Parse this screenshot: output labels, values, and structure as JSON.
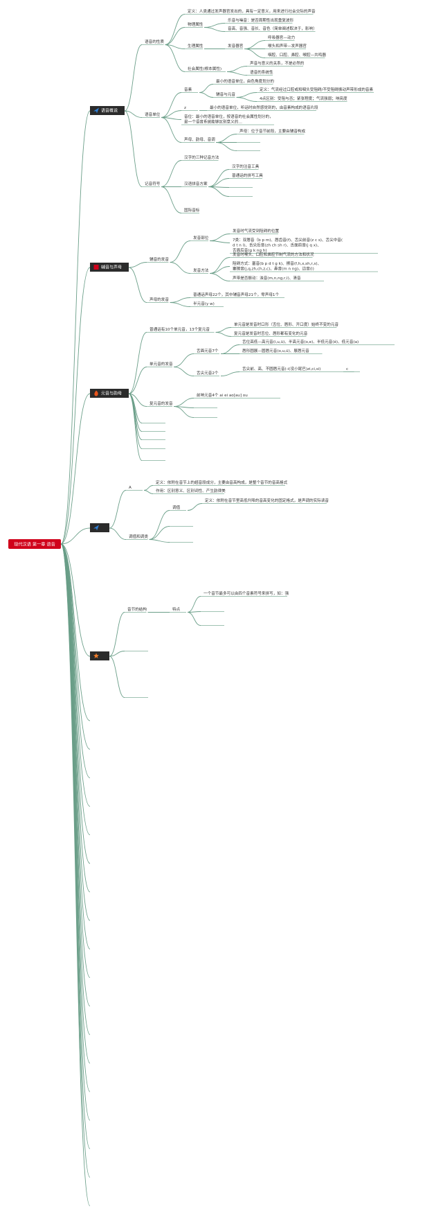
{
  "root": {
    "label": "现代汉语 第一章 语音",
    "color": "#d0021b"
  },
  "colors": {
    "edge": "#6a9e88",
    "section_box": "#2b2b2b",
    "section_text": "#ffffff"
  },
  "sections": [
    {
      "id": "s1",
      "icon": "paper-plane-icon",
      "icon_color": "#2f7fd6",
      "label": "语音概说",
      "children": [
        {
          "label": "语音的性质",
          "children": [
            {
              "label": "定义：人类通过发声器官发出的，具有一定意义，用来进行社会交际的声音"
            },
            {
              "label": "物理属性",
              "children": [
                {
                  "label": "乐音与噪音：是否周期性出现重复波形"
                },
                {
                  "label": "音高、音强、音长、音色（简单阐述取决于，影响）"
                }
              ]
            },
            {
              "label": "生理属性",
              "children": [
                {
                  "label": "发音器官",
                  "children": [
                    {
                      "label": "呼吸器官—动力"
                    },
                    {
                      "label": "喉头和声带—发声器官"
                    },
                    {
                      "label": "咽腔、口腔、鼻腔、喉腔—共鸣器"
                    }
                  ]
                }
              ]
            },
            {
              "label": "社会属性(根本属性)",
              "children": [
                {
                  "label": "声音与意义的关系，不是必然的"
                },
                {
                  "label": "语音的系统性"
                }
              ]
            }
          ]
        },
        {
          "label": "语音单位",
          "children": [
            {
              "label": "音素",
              "children": [
                {
                  "label": "最小的语音单位，由色角度划分的"
                },
                {
                  "label": "辅音与元音",
                  "children": [
                    {
                      "label": "定义：气流经过口腔或和咽头受阻碍/不受阻碍振动声带形成的音素"
                    },
                    {
                      "label": "4点区别：受阻与否；紧张程度；气流强弱；响亮度"
                    }
                  ]
                }
              ]
            },
            {
              "label": "z",
              "children": [
                {
                  "label": "最小的语音单位，听话时自然感觉到的，由音素构成的语音片段"
                }
              ]
            },
            {
              "label": "音位：最小的语音单位，按语音的社会属性划分的，是一个语音系统能够区别意义的…"
            },
            {
              "label": "声母、韵母、音调",
              "children": [
                {
                  "label": "声母：位于音节前段，主要由辅音构成"
                },
                {
                  "label": ""
                },
                {
                  "label": ""
                }
              ]
            }
          ]
        },
        {
          "label": "记音符号",
          "children": [
            {
              "label": "汉字的三种记音方法"
            },
            {
              "label": "汉语拼音方案",
              "children": [
                {
                  "label": "汉字的注音工具"
                },
                {
                  "label": "普通话的拼写工具"
                },
                {
                  "label": ""
                },
                {
                  "label": ""
                }
              ]
            },
            {
              "label": "国际音标"
            }
          ]
        }
      ]
    },
    {
      "id": "s2",
      "icon": "flag-icon",
      "icon_color": "#d0021b",
      "label": "辅音与声母",
      "children": [
        {
          "label": "辅音的发音",
          "children": [
            {
              "label": "发音部位",
              "children": [
                {
                  "label": "发音时气流受到阻碍的位置"
                },
                {
                  "label": "7类：双唇音（b p m)、唇齿音(f)、舌尖前音(z c s)、舌尖中音(d t n l)、舌尖后音(zh ch sh r)、舌面前音(j q x)、舌面后音(g k ng h)"
                }
              ]
            },
            {
              "label": "发音方法",
              "children": [
                {
                  "label": "发音时喉头、口腔和鼻腔节制气流的方法和状况"
                },
                {
                  "label": "阻碍方式：塞音(b p d t g k)、擦音(f,h,x,sh,r,s)、塞擦音(j,q,zh,ch,z,c)、鼻音(m n ng)、边音(l)"
                },
                {
                  "label": "声带是否振动：浊音(m,n,ng,r,l)、清音"
                }
              ]
            }
          ]
        },
        {
          "label": "声母的发音",
          "children": [
            {
              "label": "普通话声母22个，其中辅音声母21个，零声母1个"
            },
            {
              "label": "半元音(y w)"
            }
          ]
        }
      ]
    },
    {
      "id": "s3",
      "icon": "fire-icon",
      "icon_color": "#e8541c",
      "label": "元音与韵母",
      "children": [
        {
          "label": "普通话有10个单元音，13个复元音",
          "children": [
            {
              "label": "单元音是发音时口形（舌位、唇形、开口度）始终不变的元音"
            },
            {
              "label": "复元音是发音时舌位、唇形都有变化的元音"
            }
          ]
        },
        {
          "label": "单元音的发音",
          "children": [
            {
              "label": "舌面元音7个",
              "children": [
                {
                  "label": "舌位高低—高元音(i,u,ü)、半高元音(o,e)、半低元音(ê)、低元音(a)"
                },
                {
                  "label": "唇形圆展—圆唇元音(o,u,ü)、展唇元音"
                }
              ]
            },
            {
              "label": "舌尖元音2个",
              "children": [
                {
                  "label": "舌尖前、高、不圆唇元音(-i(没小尾巴)zi,ci,si)",
                  "children": [
                    {
                      "label": "c"
                    }
                  ]
                }
              ]
            }
          ]
        },
        {
          "label": "复元音的发音",
          "children": [
            {
              "label": "前响元音4个 ai ei ao[au] ou"
            },
            {
              "label": ""
            },
            {
              "label": ""
            }
          ]
        },
        {
          "label": ""
        },
        {
          "label": ""
        },
        {
          "label": ""
        },
        {
          "label": ""
        },
        {
          "label": ""
        }
      ]
    },
    {
      "id": "s4",
      "icon": "paper-plane-icon",
      "icon_color": "#2f7fd6",
      "label": "",
      "children": [
        {
          "label": "A",
          "children": [
            {
              "label": "定义：依附在音节上的超音段成分，主要由音高构成，是整个音节的音高格式"
            },
            {
              "label": "作用：区别意义、区别词性、产生韵律美"
            }
          ]
        },
        {
          "label": "调值和调类",
          "children": [
            {
              "label": "调值",
              "children": [
                {
                  "label": "定义：依附在音节里高低升降的音高变化的固定格式，是声调的实际读音"
                }
              ]
            },
            {
              "label": ""
            },
            {
              "label": ""
            }
          ]
        }
      ]
    },
    {
      "id": "s5",
      "icon": "star-icon",
      "icon_color": "#f07c2a",
      "label": "",
      "children": [
        {
          "label": "音节的结构",
          "children": [
            {
              "label": "特点",
              "children": [
                {
                  "label": "一个音节最多可以由四个音素符号来拼写，如：强"
                },
                {
                  "label": ""
                },
                {
                  "label": ""
                }
              ]
            }
          ]
        },
        {
          "label": ""
        },
        {
          "label": ""
        }
      ]
    }
  ],
  "trailing_branches": 18
}
